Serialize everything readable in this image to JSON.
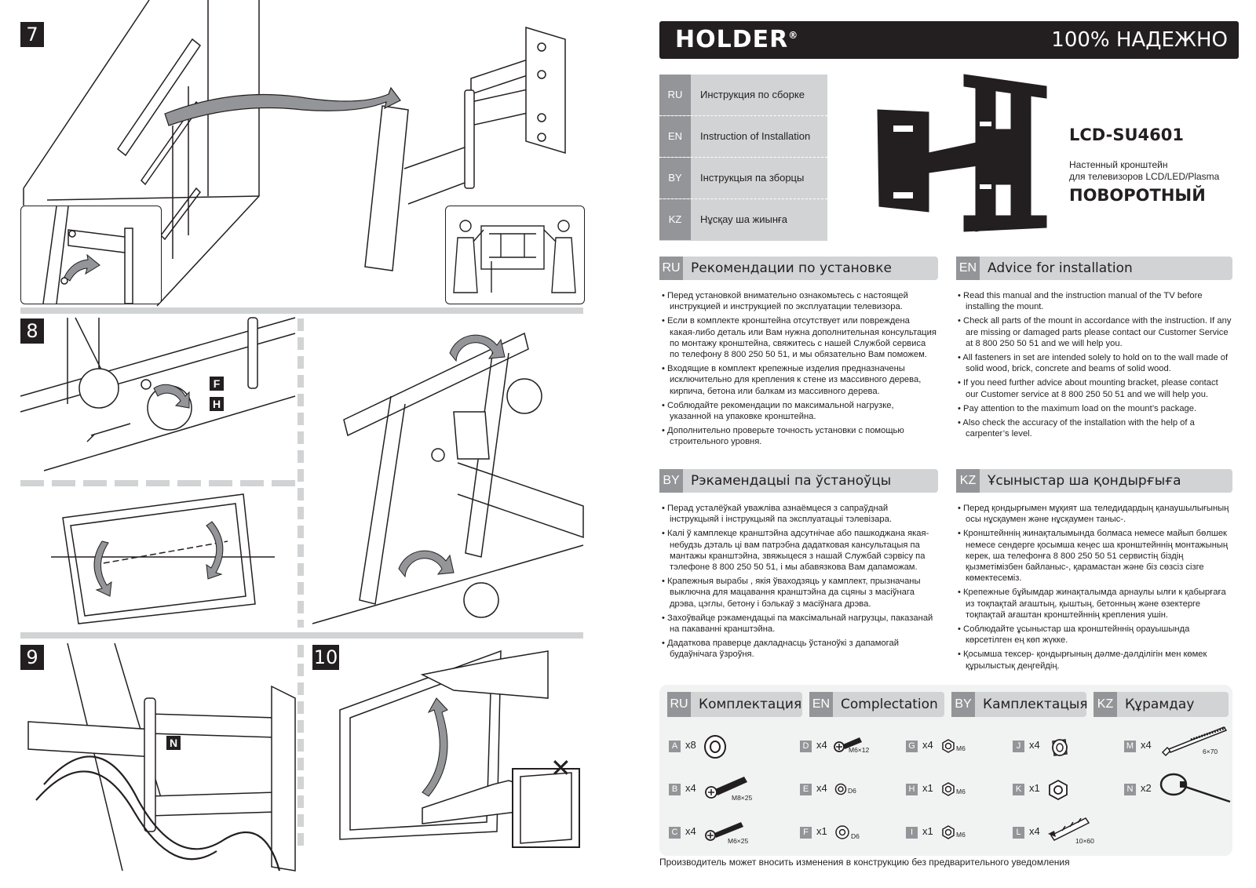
{
  "steps": [
    "7",
    "8",
    "9",
    "10"
  ],
  "step8_labels": [
    "F",
    "H"
  ],
  "step9_label": "N",
  "brand": {
    "logo": "HOLDER",
    "reg": "®",
    "slogan": "100% НАДЕЖНО"
  },
  "languages": [
    {
      "code": "RU",
      "label": "Инструкция по сборке"
    },
    {
      "code": "EN",
      "label": "Instruction of Installation"
    },
    {
      "code": "BY",
      "label": "Інструкцыя па зборцы"
    },
    {
      "code": "KZ",
      "label": "Нұсқау ша жиынға"
    }
  ],
  "product": {
    "model": "LCD-SU4601",
    "desc_line1": "Настенный кронштейн",
    "desc_line2": "для телевизоров LCD/LED/Plasma",
    "kind": "ПОВОРОТНЫЙ"
  },
  "sections": {
    "ru": {
      "code": "RU",
      "title": "Рекомендации по установке",
      "items": [
        "Перед установкой внимательно ознакомьтесь с настоящей инструкцией и инструкцией по эксплуатации телевизора.",
        "Если в комплекте кронштейна отсутствует или повреждена какая-либо деталь или Вам нужна дополнительная консультация по монтажу кронштейна, свяжитесь с нашей Службой сервиса по телефону 8 800 250 50 51, и мы обязательно Вам поможем.",
        "Входящие в комплект крепежные изделия предназначены исключительно для крепления к стене из массивного дерева, кирпича, бетона или балкам из массивного дерева.",
        "Соблюдайте рекомендации по максимальной нагрузке, указанной на упаковке кронштейна.",
        "Дополнительно проверьте точность установки с помощью строительного уровня."
      ]
    },
    "en": {
      "code": "EN",
      "title": "Advice for installation",
      "items": [
        "Read this manual and the instruction manual of the TV before installing the mount.",
        "Check all parts of the mount in accordance with the instruction. If any are missing or damaged parts please contact our Customer Service at 8 800 250 50 51 and we will help you.",
        "All fasteners in set are intended solely to hold on to the wall made of solid wood, brick, concrete and beams of solid wood.",
        "If you need further advice about mounting bracket, please contact our Customer service at 8 800 250 50 51 and we will help you.",
        "Pay attention to the maximum load on the mount’s package.",
        "Also check the accuracy of the installation with the help of a carpenter’s level."
      ]
    },
    "by": {
      "code": "BY",
      "title": "Рэкамендацыі па ўстаноўцы",
      "items": [
        "Перад усталёўкай уважліва азнаёмцеся з сапраўднай інструкцыяй і інструкцыяй па эксплуатацыі тэлевізара.",
        "Калі ў камплекце кранштэйна адсутнічае або пашкоджана якая-небудзь дэталь ці вам патрэбна дадатковая кансультацыя па мантажы кранштэйна, звяжыцеся з нашай Службай сэрвісу па тэлефоне 8 800 250 50 51, і мы абавязкова Вам дапаможам.",
        "Крапежныя вырабы , якія ўваходзяць у камплект, прызначаны выключна для мацавання кранштэйна да сцяны з масіўнага дрэва, цэглы, бетону і бэлькаў з масіўнага дрэва.",
        "Захоўвайце рэкамендацыі па максімальнай нагрузцы, паказанай на пакаванні кранштэйна.",
        "Дадаткова праверце дакладнасць ўстаноўкі з дапамогай будаўнічага ўзроўня."
      ]
    },
    "kz": {
      "code": "KZ",
      "title": "Ұсыныстар ша қондырғыға",
      "items": [
        "Перед қондырғымен мұқият ша теледидардың қанаушылығының осы нұсқаумен және нұсқаумен таныс-.",
        "Кронштейннің жинақталымында болмаса немесе майып бөлшек немесе сендерге қосымша кеңес ша кронштейннің монтажының керек, ша телефонға 8 800 250 50 51 сервистің біздің қызметімізбен байланыс-, қарамастан және біз сөзсіз сізге көмектесеміз.",
        "Крепежные бұйымдар жинақталымда арнаулы ылғи к қабырғаға из тоқпақтай ағаштың, қыштың, бетонның және өзектерге тоқпақтай ағаштан кронштейннің крепления ушін.",
        "Соблюдайте ұсыныстар ша кронштейннің орауышында көрсетілген ең көп жүкке.",
        "Қосымша тексер- қондырғының дәлме-дәлділігін мен көмек құрылыстық деңгейдің."
      ]
    }
  },
  "kit_headers": [
    {
      "code": "RU",
      "title": "Комплектация"
    },
    {
      "code": "EN",
      "title": "Complectation"
    },
    {
      "code": "BY",
      "title": "Камплектацыя"
    },
    {
      "code": "KZ",
      "title": "Құрамдау"
    }
  ],
  "kit_items": [
    {
      "letter": "A",
      "qty": "x8",
      "size": "",
      "icon": "washer-icon"
    },
    {
      "letter": "B",
      "qty": "x4",
      "size": "M8×25",
      "icon": "screw-icon"
    },
    {
      "letter": "C",
      "qty": "x4",
      "size": "M6×25",
      "icon": "screw-icon"
    },
    {
      "letter": "D",
      "qty": "x4",
      "size": "M6×12",
      "icon": "screw-icon"
    },
    {
      "letter": "E",
      "qty": "x4",
      "size": "D6",
      "icon": "washer-icon"
    },
    {
      "letter": "F",
      "qty": "x1",
      "size": "D6",
      "icon": "washer-icon"
    },
    {
      "letter": "G",
      "qty": "x4",
      "size": "M6",
      "icon": "nut-icon"
    },
    {
      "letter": "H",
      "qty": "x1",
      "size": "M6",
      "icon": "nut-icon"
    },
    {
      "letter": "I",
      "qty": "x1",
      "size": "M6",
      "icon": "nut-icon"
    },
    {
      "letter": "J",
      "qty": "x4",
      "size": "",
      "icon": "spacer-icon"
    },
    {
      "letter": "K",
      "qty": "x1",
      "size": "",
      "icon": "nut-icon"
    },
    {
      "letter": "L",
      "qty": "x4",
      "size": "10×60",
      "icon": "anchor-icon"
    },
    {
      "letter": "M",
      "qty": "x4",
      "size": "6×70",
      "icon": "lag-bolt-icon"
    },
    {
      "letter": "N",
      "qty": "x2",
      "size": "",
      "icon": "cable-tie-icon"
    }
  ],
  "footer": "Производитель может вносить изменения в конструкцию без предварительного уведомления",
  "colors": {
    "dark": "#231f20",
    "code_grey": "#939598",
    "head_grey": "#d1d3d4",
    "kit_bg": "#f1f2f2"
  }
}
